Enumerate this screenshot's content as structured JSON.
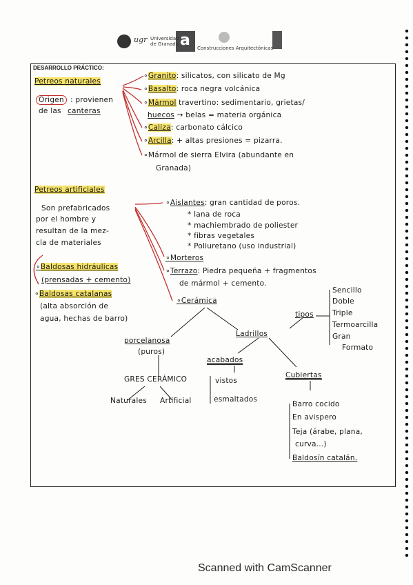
{
  "header": {
    "logo1_text": "ugr",
    "logo2_line1": "Universidad",
    "logo2_line2": "de Granada",
    "logo3_mark": "a",
    "logo3_text": "Construcciones Arquitectónicas"
  },
  "section_title": "DESARROLLO PRÁCTICO:",
  "naturales": {
    "title": "Petreos naturales",
    "origen_label": "Origen",
    "origen_rest1": ": provienen",
    "origen_rest2": "de las",
    "origen_canteras": "canteras",
    "items": [
      {
        "name": "Granito",
        "desc": ": silicatos, con silicato de Mg"
      },
      {
        "name": "Basalto",
        "desc": ": roca negra volcánica"
      },
      {
        "name": "Mármol",
        "desc": " travertino: sedimentario, grietas/"
      },
      {
        "name": "huecos",
        "desc": " → belas = materia orgánica"
      },
      {
        "name": "Caliza",
        "desc": ": carbonato cálcico"
      },
      {
        "name": "Arcilla",
        "desc": ": + altas presiones = pizarra."
      },
      {
        "name": "Mármol",
        "desc": " de sierra Elvira (abundante en"
      },
      {
        "name": "",
        "desc": "Granada)"
      }
    ]
  },
  "artificiales": {
    "title": "Petreos artificiales",
    "desc": [
      "Son prefabricados",
      "por el hombre y",
      "resultan de la mez-",
      "cla de materiales"
    ],
    "aislantes_name": "Aislantes",
    "aislantes_desc": ": gran cantidad de poros.",
    "aislantes_items": [
      "* lana de roca",
      "* machiembrado de poliester",
      "* fibras vegetales",
      "* Poliuretano (uso industrial)"
    ],
    "morteros": "Morteros",
    "terrazo_name": "Terrazo",
    "terrazo_desc1": ": Piedra pequeña + fragmentos",
    "terrazo_desc2": "de mármol + cemento.",
    "hidraulicas_1": "Baldosas hidráulicas",
    "hidraulicas_2": "(prensadas + cemento)",
    "catalanas_name": "Baldosas catalanas",
    "catalanas_desc1": "(alta absorción de",
    "catalanas_desc2": "agua, hechas de barro)"
  },
  "ceramica": {
    "title": "Cerámica",
    "porcelanosa": "porcelanosa",
    "porcelanosa_sub": "(puros)",
    "gres": "GRES CERÁMICO",
    "naturales": "Naturales",
    "artificial": "Artificial",
    "ladrillos": "Ladrillos",
    "tipos": "tipos",
    "tipos_items": [
      "Sencillo",
      "Doble",
      "Triple",
      "Termoarcilla",
      "Gran",
      "Formato"
    ],
    "acabados": "acabados",
    "acabados_items": [
      "vistos",
      "esmaltados"
    ],
    "cubiertas": "Cubiertas",
    "cubiertas_items": [
      "Barro cocido",
      "En avispero",
      "Teja (árabe, plana,",
      "curva...)",
      "Baldosín catalán."
    ]
  },
  "footer": "Scanned with CamScanner",
  "colors": {
    "highlight": "#f6e36a",
    "arrow": "#c0302e",
    "ink": "#1a1a1a"
  }
}
